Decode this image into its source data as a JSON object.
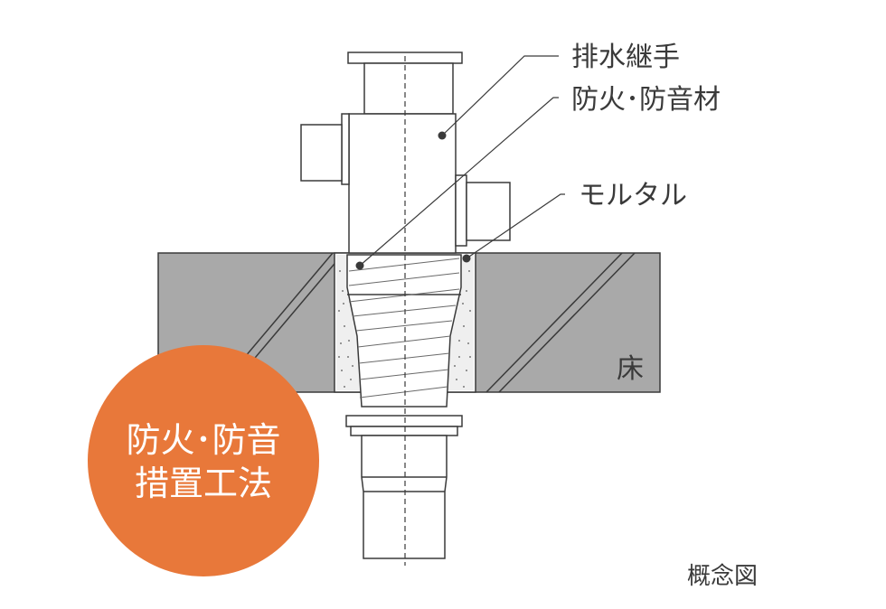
{
  "labels": {
    "drain_fitting": "排水継手",
    "fireproof_material": "防火･防音材",
    "mortar": "モルタル",
    "floor": "床"
  },
  "badge": {
    "line1": "防火･防音",
    "line2": "措置工法",
    "color": "#E8783A"
  },
  "caption": "概念図",
  "colors": {
    "slab": "#A9A9A9",
    "line": "#3a3a3a",
    "mortar_fill": "#ECECEC"
  }
}
